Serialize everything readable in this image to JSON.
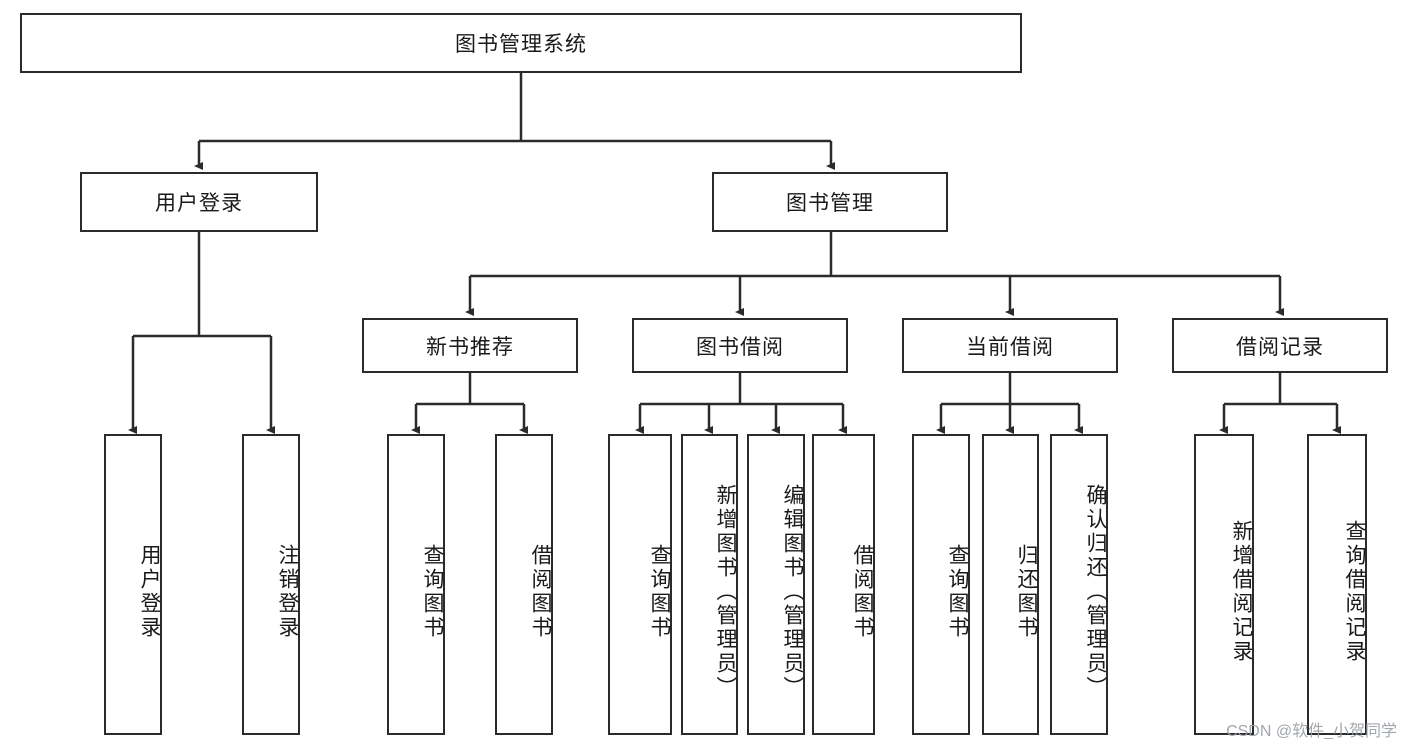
{
  "diagram": {
    "title": "图书管理系统",
    "type": "tree-hierarchy",
    "root": {
      "label": "图书管理系统"
    },
    "level2": [
      {
        "label": "用户登录"
      },
      {
        "label": "图书管理"
      }
    ],
    "level3": [
      {
        "label": "新书推荐"
      },
      {
        "label": "图书借阅"
      },
      {
        "label": "当前借阅"
      },
      {
        "label": "借阅记录"
      }
    ],
    "leaves": {
      "user_login": [
        {
          "label": "用户登录"
        },
        {
          "label": "注销登录"
        }
      ],
      "new_book_recommend": [
        {
          "label": "查询图书"
        },
        {
          "label": "借阅图书"
        }
      ],
      "book_borrow": [
        {
          "label": "查询图书"
        },
        {
          "label": "新增图书（管理员）"
        },
        {
          "label": "编辑图书（管理员）"
        },
        {
          "label": "借阅图书"
        }
      ],
      "current_borrow": [
        {
          "label": "查询图书"
        },
        {
          "label": "归还图书"
        },
        {
          "label": "确认归还（管理员）"
        }
      ],
      "borrow_record": [
        {
          "label": "新增借阅记录"
        },
        {
          "label": "查询借阅记录"
        }
      ]
    }
  },
  "watermark": {
    "text": "CSDN @软件_小贺同学"
  },
  "colors": {
    "box_border": "#2b2b2b",
    "box_fill": "#ffffff",
    "edge": "#2b2b2b",
    "text": "#1a1a1a",
    "watermark": "#9aa0a6"
  }
}
